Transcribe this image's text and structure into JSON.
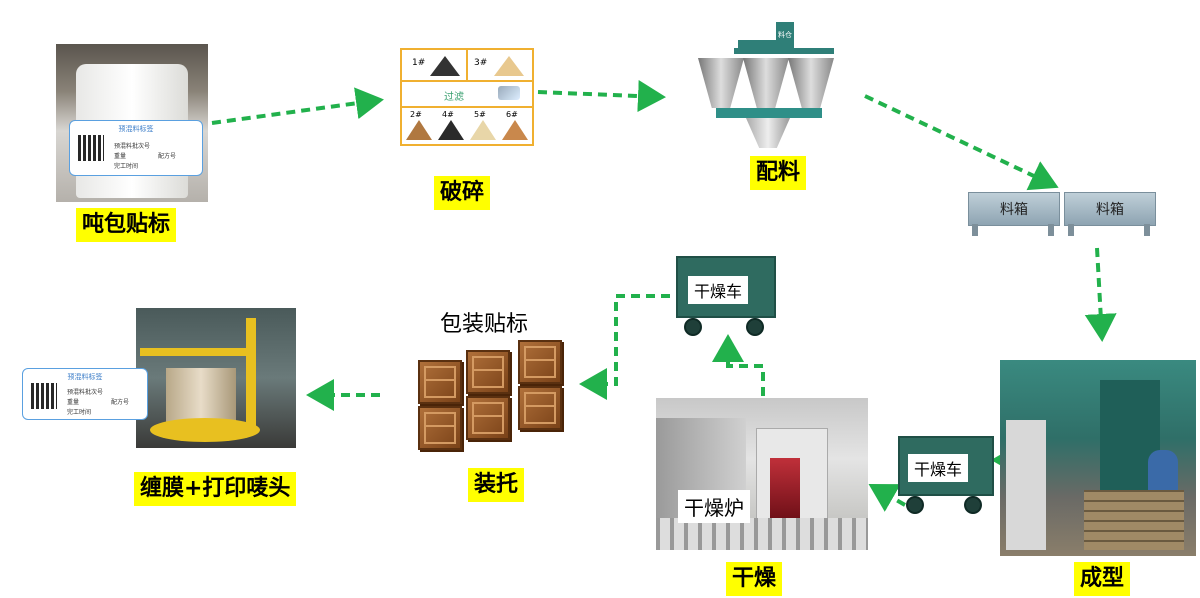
{
  "steps": {
    "tonbag": "吨包贴标",
    "crush": "破碎",
    "batching": "配料",
    "forming": "成型",
    "drying": "干燥",
    "pallet": "装托",
    "wrap": "缠膜+打印唛头"
  },
  "labels": {
    "packing": "包装贴标",
    "bin1": "料箱",
    "bin2": "料箱",
    "cart_top": "干燥车",
    "cart_mid": "干燥车",
    "furnace": "干燥炉",
    "hopper_sign": "料仓"
  },
  "materials": {
    "grid_top": [
      "1#",
      "3#"
    ],
    "filter": "过滤",
    "grid_bottom": [
      "2#",
      "4#",
      "5#",
      "6#"
    ]
  },
  "tag_card": {
    "title": "预混料标签",
    "line1": "预混料批次号",
    "line2a": "重量",
    "line2b": "配方号",
    "line3": "完工时间"
  },
  "colors": {
    "arrow": "#22b14c",
    "highlight": "#ffff00"
  }
}
